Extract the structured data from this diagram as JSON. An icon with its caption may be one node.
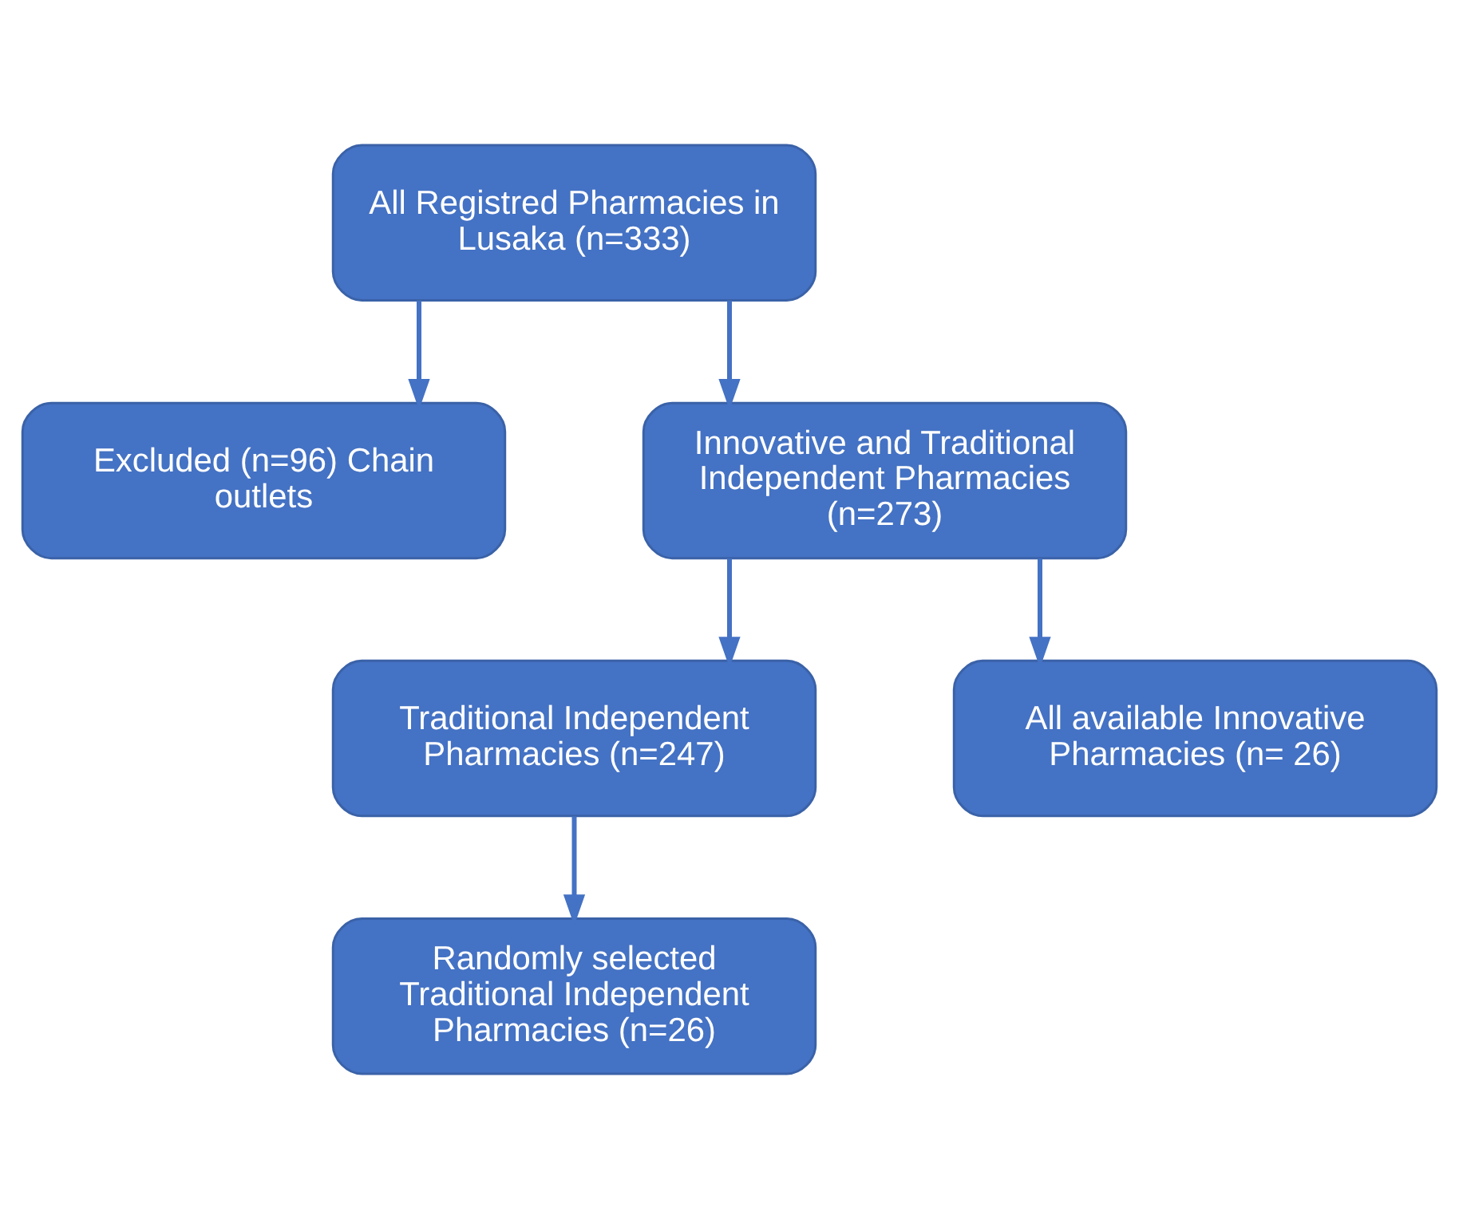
{
  "diagram": {
    "nodes": [
      {
        "text": [
          "All Registred Pharmacies in Lusaka (n=333)"
        ]
      },
      {
        "text": [
          "Excluded (n=96) Chain outlets"
        ]
      },
      {
        "text": [
          "Innovative and Traditional Independent Pharmacies (n=273)"
        ]
      },
      {
        "text": [
          "Traditional Independent Pharmacies (n=247)"
        ]
      },
      {
        "text": [
          "All available Innovative Pharmacies (n= 26)"
        ]
      },
      {
        "text": [
          "Randomly selected Traditional Independent Pharmacies (n=26)"
        ]
      }
    ],
    "edges": [
      {
        "from": 0,
        "to": 1,
        "arrow": "to"
      },
      {
        "from": 0,
        "to": 2,
        "arrow": "to"
      },
      {
        "from": 2,
        "to": 3,
        "arrow": "to"
      },
      {
        "from": 2,
        "to": 4,
        "arrow": "to"
      },
      {
        "from": 3,
        "to": 5,
        "arrow": "to"
      }
    ]
  }
}
